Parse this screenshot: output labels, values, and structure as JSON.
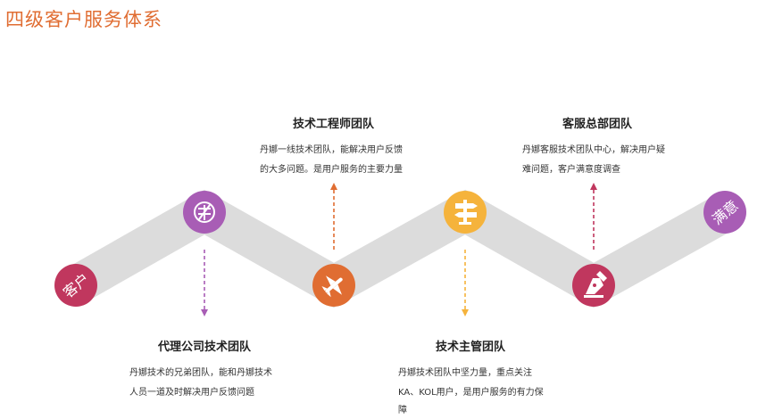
{
  "page": {
    "title": "四级客户服务体系"
  },
  "nodes": [
    {
      "id": "customer",
      "type": "text",
      "label": "客户",
      "color": "#c0375e"
    },
    {
      "id": "agent",
      "type": "icon",
      "icon": "badge-emblem-icon",
      "color": "#a85db5"
    },
    {
      "id": "engineer",
      "type": "icon",
      "icon": "airplane-icon",
      "color": "#e06d32"
    },
    {
      "id": "manager",
      "type": "icon",
      "icon": "signpost-icon",
      "color": "#f5b33c"
    },
    {
      "id": "service-hq",
      "type": "icon",
      "icon": "pen-nib-icon",
      "color": "#c0375e"
    },
    {
      "id": "satisfied",
      "type": "text",
      "label": "满意",
      "color": "#a85db5"
    }
  ],
  "blocks": {
    "engineer": {
      "title": "技术工程师团队",
      "lines": [
        "丹娜一线技术团队，能解决用户反馈",
        "的大多问题。是用户服务的主要力量"
      ],
      "arrow": "up",
      "arrow_color": "#e06d32"
    },
    "service_hq": {
      "title": "客服总部团队",
      "lines": [
        "丹娜客服技术团队中心，解决用户疑",
        "难问题，客户满意度调查"
      ],
      "arrow": "up",
      "arrow_color": "#c0375e"
    },
    "agent": {
      "title": "代理公司技术团队",
      "lines": [
        "丹娜技术的兄弟团队，能和丹娜技术",
        "人员一道及时解决用户反馈问题"
      ],
      "arrow": "down",
      "arrow_color": "#a85db5"
    },
    "manager": {
      "title": "技术主管团队",
      "lines": [
        "丹娜技术团队中坚力量，重点关注",
        "KA、KOL用户，是用户服务的有力保",
        "障"
      ],
      "arrow": "down",
      "arrow_color": "#f5b33c"
    }
  },
  "colors": {
    "title": "#e06d32",
    "band": "#dcdcdc"
  }
}
